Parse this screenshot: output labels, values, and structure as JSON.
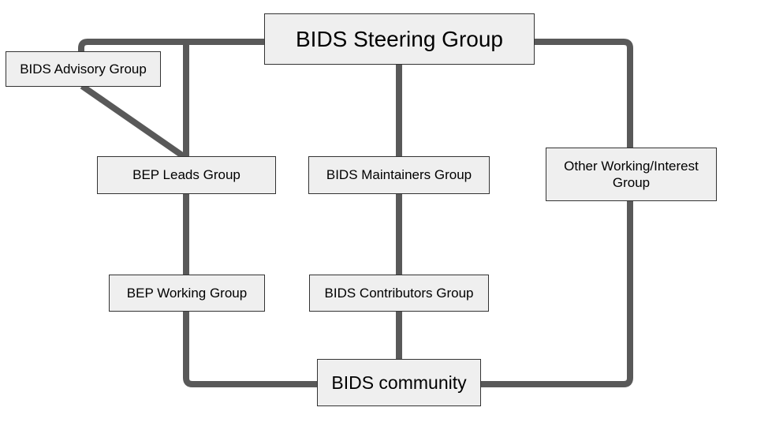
{
  "diagram": {
    "title": "BIDS governance structure diagram",
    "nodes": {
      "steering": {
        "label": "BIDS Steering Group"
      },
      "advisory": {
        "label": "BIDS Advisory Group"
      },
      "bep_leads": {
        "label": "BEP Leads Group"
      },
      "maintainers": {
        "label": "BIDS Maintainers Group"
      },
      "other_working": {
        "label": "Other Working/Interest Group"
      },
      "bep_working": {
        "label": "BEP Working Group"
      },
      "contributors": {
        "label": "BIDS Contributors Group"
      },
      "community": {
        "label": "BIDS community"
      }
    },
    "edges": [
      {
        "from": "steering",
        "to": "advisory"
      },
      {
        "from": "steering",
        "to": "other_working"
      },
      {
        "from": "advisory",
        "to": "bep_leads"
      },
      {
        "from": "steering",
        "to": "bep_leads"
      },
      {
        "from": "steering",
        "to": "maintainers"
      },
      {
        "from": "bep_leads",
        "to": "bep_working"
      },
      {
        "from": "maintainers",
        "to": "contributors"
      },
      {
        "from": "bep_working",
        "to": "community"
      },
      {
        "from": "contributors",
        "to": "community"
      },
      {
        "from": "other_working",
        "to": "community"
      }
    ]
  },
  "colors": {
    "line": "#595959",
    "box-fill": "#efefef",
    "box-border": "#333333",
    "text": "#000000",
    "bg": "#ffffff"
  }
}
